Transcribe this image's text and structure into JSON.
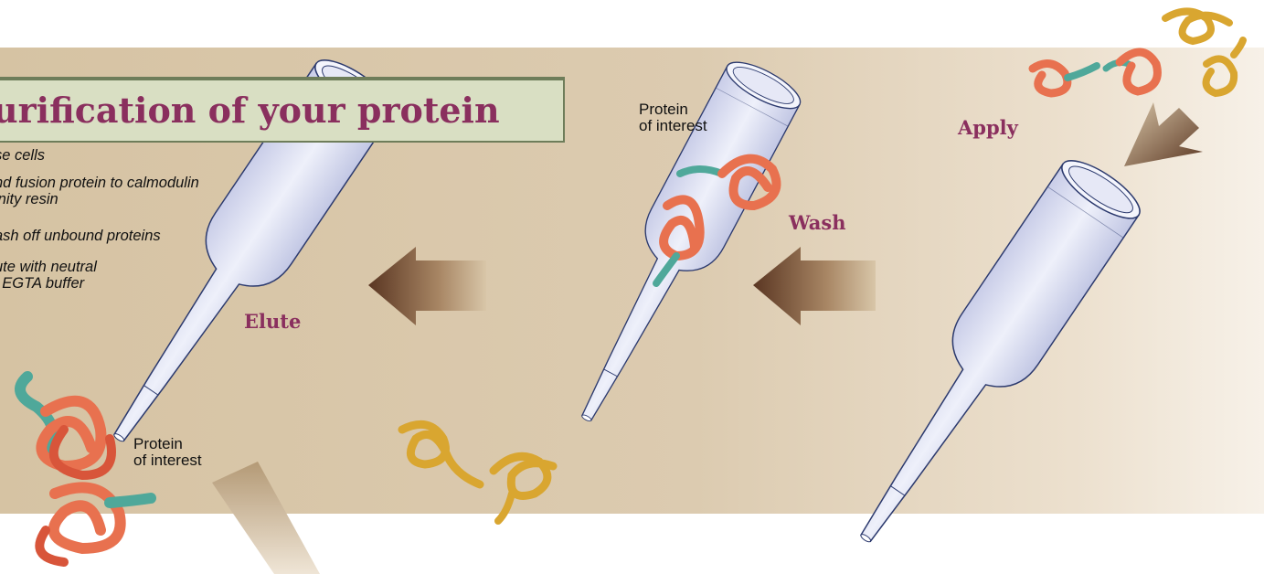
{
  "title": "urification of your protein",
  "steps": [
    "se cells",
    "nd fusion protein to calmodulin\ninity resin",
    "ash off unbound proteins",
    "ute with neutral\nl EGTA buffer"
  ],
  "labels": {
    "protein_left": "Protein\nof interest",
    "protein_middle": "Protein\nof interest",
    "elute": "Elute",
    "wash": "Wash",
    "apply": "Apply"
  },
  "colors": {
    "background_band": "#d8c6a8",
    "banner": "#d9dfc3",
    "banner_border": "#6e7d5a",
    "accent_text": "#8a2f5e",
    "column_fill": "#dfe2f4",
    "column_stroke": "#2c3a6e",
    "arrow_dark": "#5a3622",
    "arrow_light": "#d8c6a8",
    "protein_target": "#e8714f",
    "protein_tag": "#4fa89a",
    "protein_unbound": "#d9a630"
  }
}
